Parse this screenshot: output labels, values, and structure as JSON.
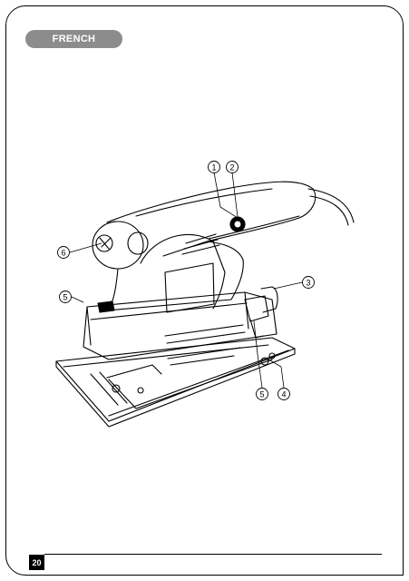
{
  "header": {
    "language_label": "FRENCH"
  },
  "footer": {
    "page_number": "20"
  },
  "diagram": {
    "subject": "sheet sander",
    "callouts": [
      "1",
      "2",
      "3",
      "4",
      "5",
      "5",
      "6"
    ]
  },
  "colors": {
    "pill": "#8c8c8c",
    "ink": "#000000"
  }
}
